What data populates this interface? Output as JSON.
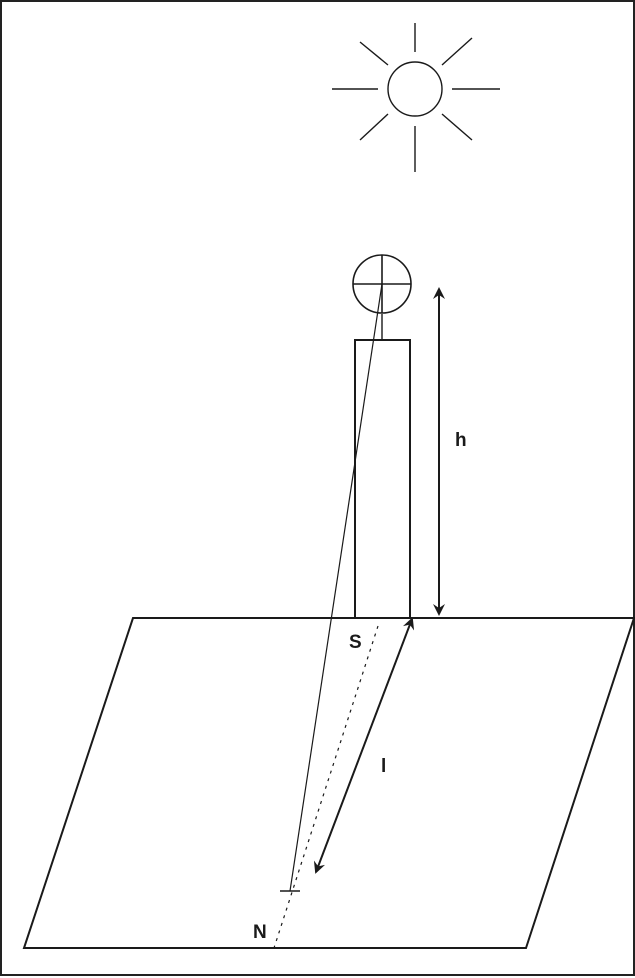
{
  "labels": {
    "height": "h",
    "shadow_length": "l",
    "south": "S",
    "north": "N"
  },
  "colors": {
    "ink": "#1a1a1a",
    "background": "#ffffff"
  }
}
